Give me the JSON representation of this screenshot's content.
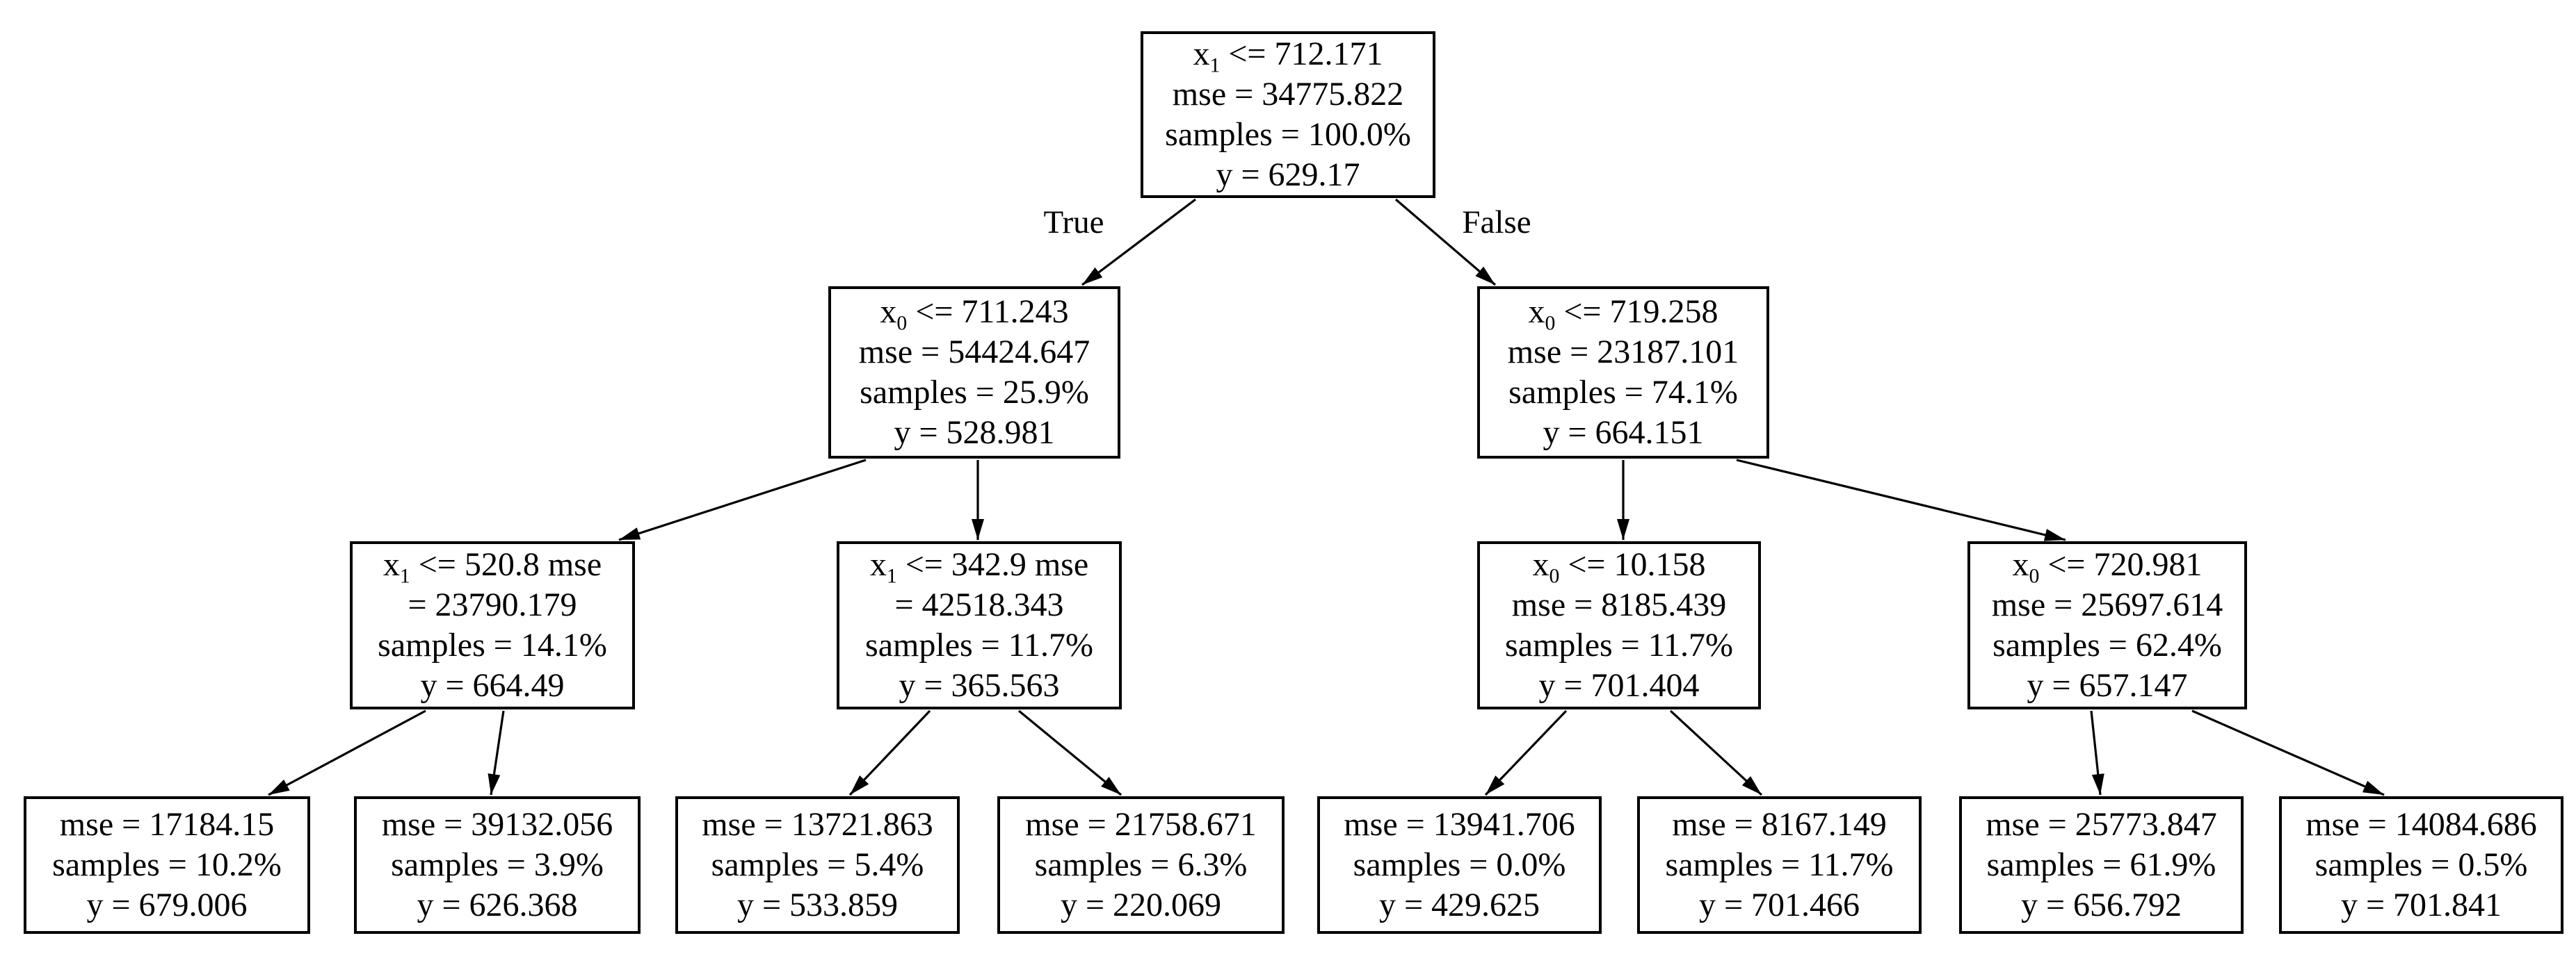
{
  "diagram": {
    "type": "decision-tree",
    "background_color": "#ffffff",
    "node_fill_color": "#ffffff",
    "node_border_color": "#000000",
    "text_color": "#000000",
    "edge_color": "#000000",
    "nodes": [
      {
        "id": "root",
        "lines": [
          "x_1 <= 712.171",
          "mse = 34775.822",
          "samples = 100.0%",
          "y = 629.17"
        ]
      },
      {
        "id": "l",
        "lines": [
          "x_0 <= 711.243",
          "mse = 54424.647",
          "samples = 25.9%",
          "y = 528.981"
        ]
      },
      {
        "id": "r",
        "lines": [
          "x_0 <= 719.258",
          "mse = 23187.101",
          "samples = 74.1%",
          "y = 664.151"
        ]
      },
      {
        "id": "ll",
        "lines": [
          "x_1 <= 520.8 mse",
          "= 23790.179",
          "samples = 14.1%",
          "y = 664.49"
        ]
      },
      {
        "id": "lr",
        "lines": [
          "x_1 <= 342.9 mse",
          "= 42518.343",
          "samples = 11.7%",
          "y = 365.563"
        ]
      },
      {
        "id": "rl",
        "lines": [
          "x_0 <= 10.158",
          "mse = 8185.439",
          "samples = 11.7%",
          "y = 701.404"
        ]
      },
      {
        "id": "rr",
        "lines": [
          "x_0 <= 720.981",
          "mse = 25697.614",
          "samples = 62.4%",
          "y = 657.147"
        ]
      },
      {
        "id": "lll",
        "lines": [
          "mse = 17184.15",
          "samples = 10.2%",
          "y = 679.006"
        ]
      },
      {
        "id": "llr",
        "lines": [
          "mse = 39132.056",
          "samples = 3.9%",
          "y = 626.368"
        ]
      },
      {
        "id": "lrl",
        "lines": [
          "mse = 13721.863",
          "samples = 5.4%",
          "y = 533.859"
        ]
      },
      {
        "id": "lrr",
        "lines": [
          "mse = 21758.671",
          "samples = 6.3%",
          "y = 220.069"
        ]
      },
      {
        "id": "rll",
        "lines": [
          "mse = 13941.706",
          "samples = 0.0%",
          "y = 429.625"
        ]
      },
      {
        "id": "rlr",
        "lines": [
          "mse = 8167.149",
          "samples = 11.7%",
          "y = 701.466"
        ]
      },
      {
        "id": "rrl",
        "lines": [
          "mse = 25773.847",
          "samples = 61.9%",
          "y = 656.792"
        ]
      },
      {
        "id": "rrr",
        "lines": [
          "mse = 14084.686",
          "samples = 0.5%",
          "y = 701.841"
        ]
      }
    ],
    "edges": [
      {
        "from": "root",
        "to": "l",
        "label": "True"
      },
      {
        "from": "root",
        "to": "r",
        "label": "False"
      },
      {
        "from": "l",
        "to": "ll"
      },
      {
        "from": "l",
        "to": "lr"
      },
      {
        "from": "r",
        "to": "rl"
      },
      {
        "from": "r",
        "to": "rr"
      },
      {
        "from": "ll",
        "to": "lll"
      },
      {
        "from": "ll",
        "to": "llr"
      },
      {
        "from": "lr",
        "to": "lrl"
      },
      {
        "from": "lr",
        "to": "lrr"
      },
      {
        "from": "rl",
        "to": "rll"
      },
      {
        "from": "rl",
        "to": "rlr"
      },
      {
        "from": "rr",
        "to": "rrl"
      },
      {
        "from": "rr",
        "to": "rrr"
      }
    ]
  }
}
